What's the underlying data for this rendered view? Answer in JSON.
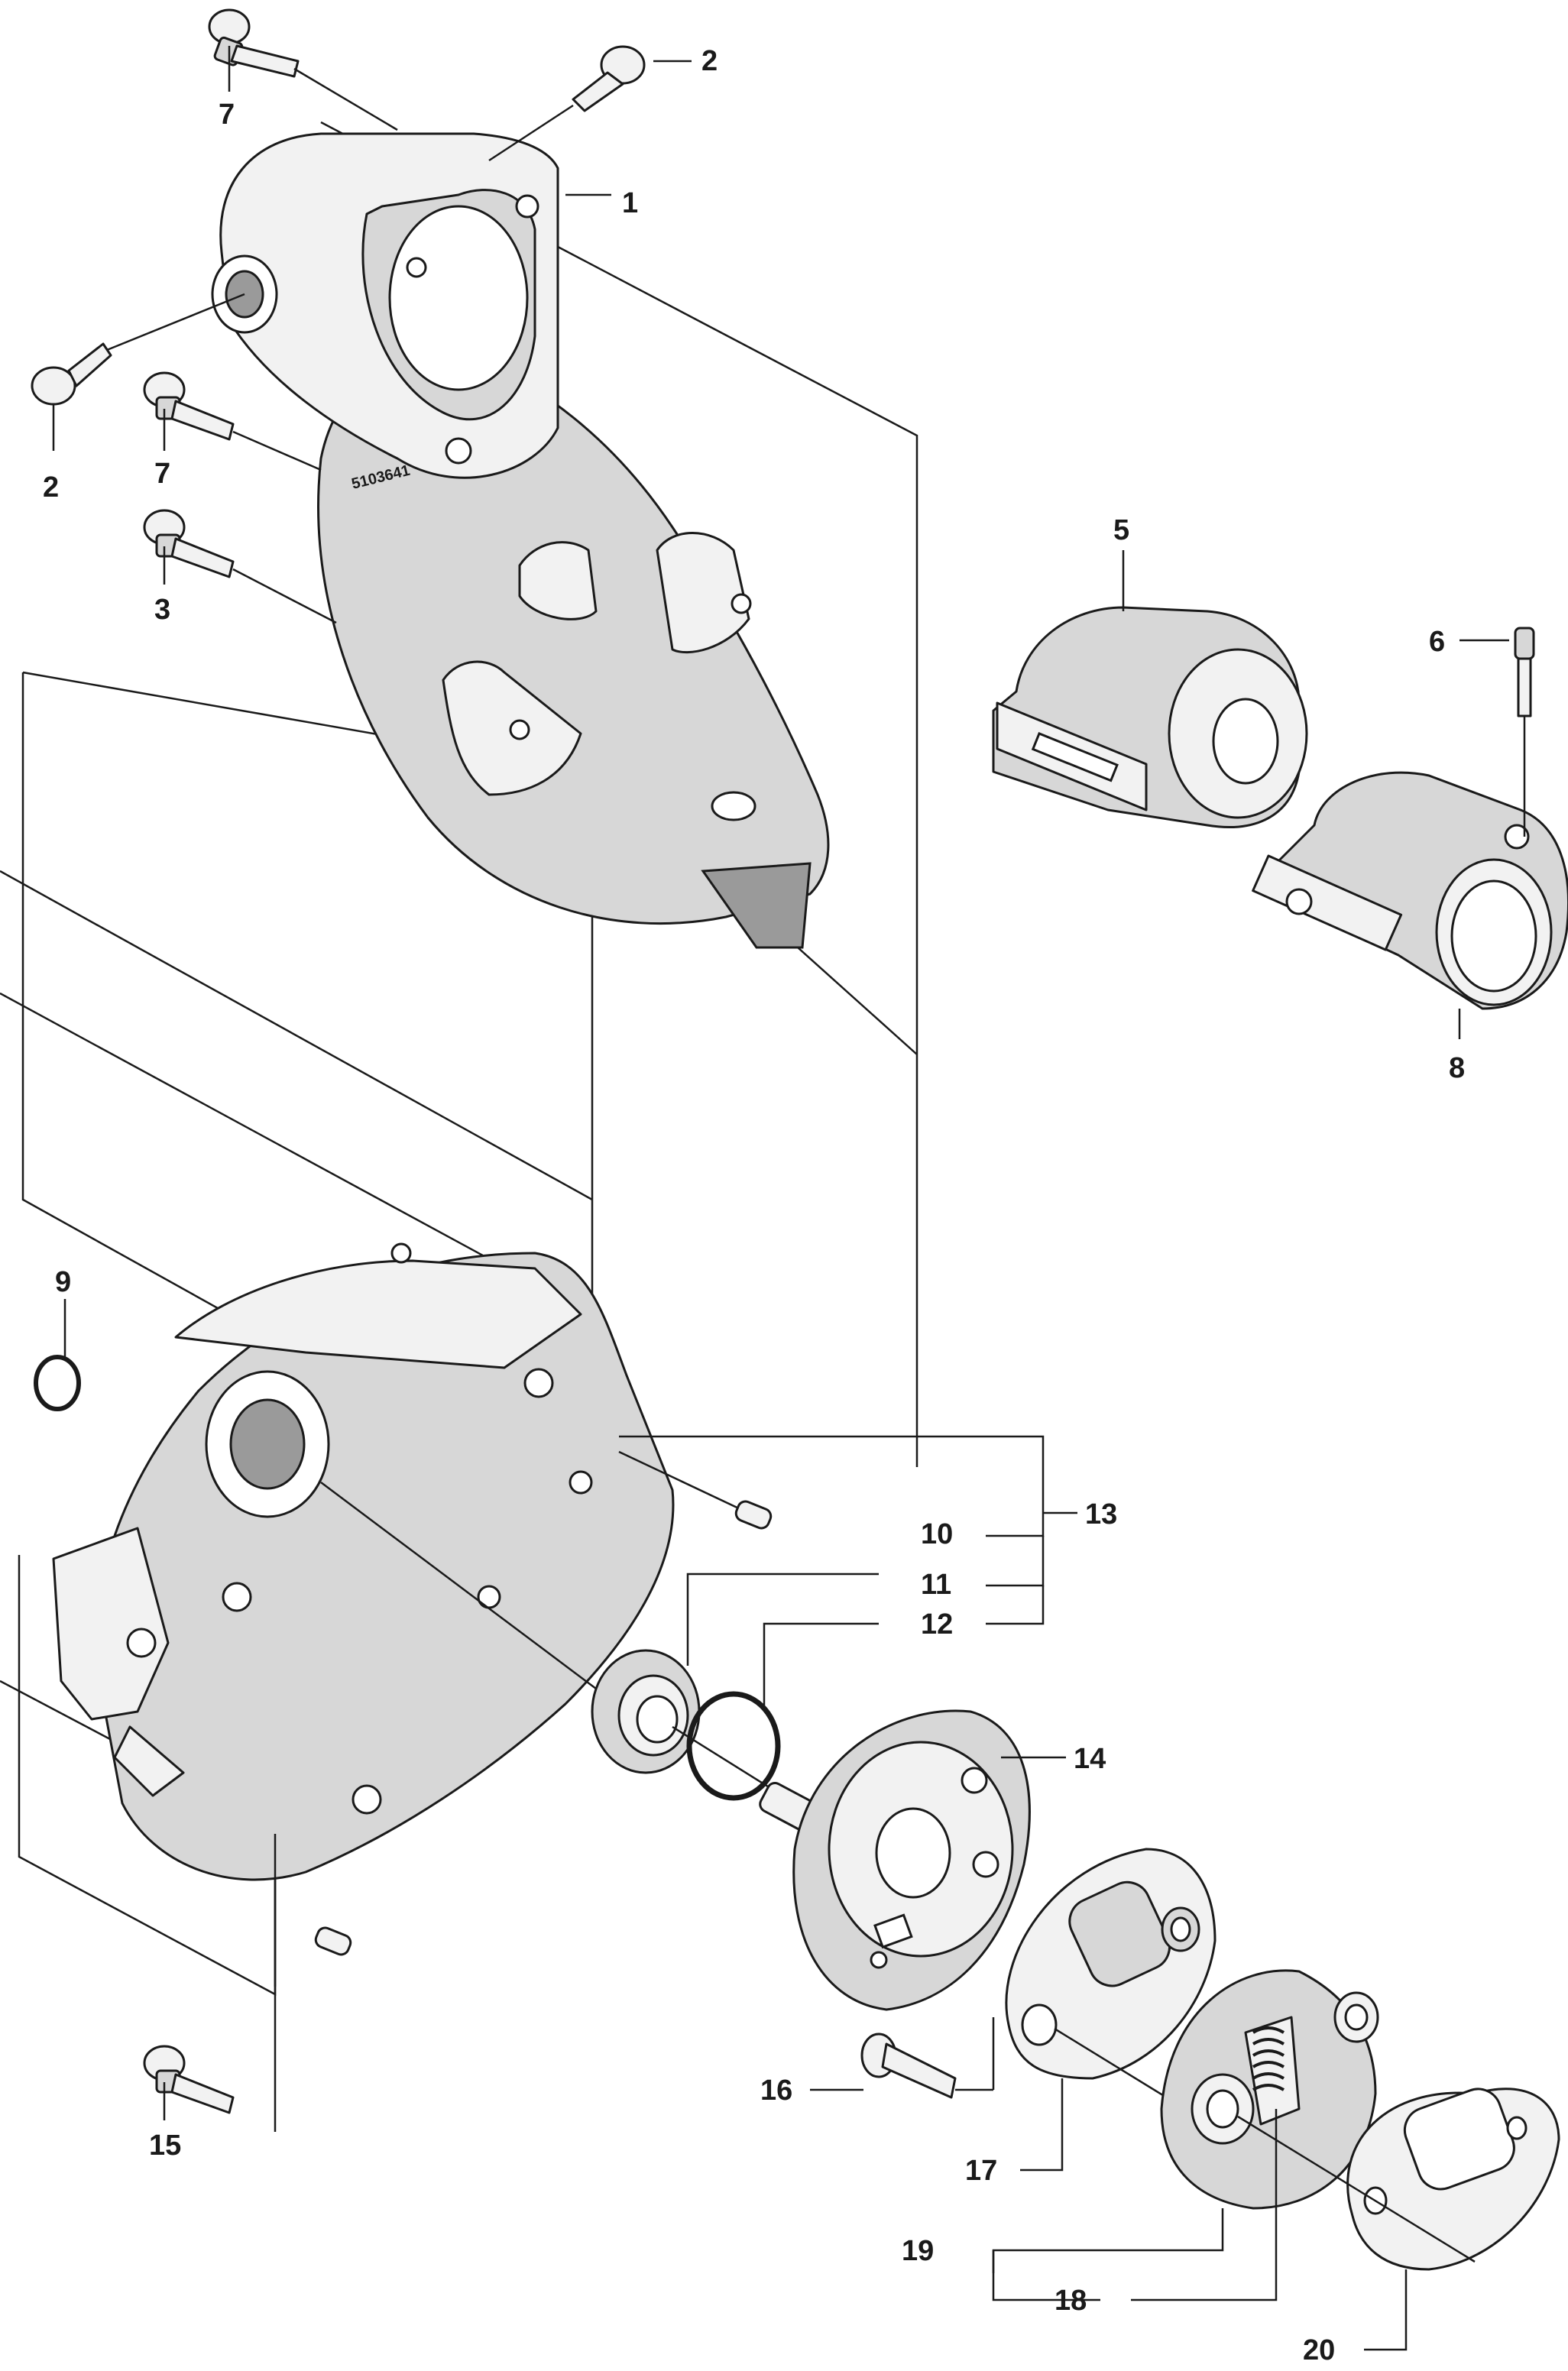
{
  "diagram": {
    "stamp_text": "5103641",
    "callouts": {
      "c1": "1",
      "c2a": "2",
      "c2b": "2",
      "c3": "3",
      "c5": "5",
      "c6": "6",
      "c7a": "7",
      "c7b": "7",
      "c8": "8",
      "c9": "9",
      "c10": "10",
      "c11": "11",
      "c12": "12",
      "c13": "13",
      "c14": "14",
      "c15": "15",
      "c16": "16",
      "c17": "17",
      "c18": "18",
      "c19": "19",
      "c20": "20"
    }
  },
  "colors": {
    "ink": "#1a1a1a",
    "part_fill": "#d7d7d7",
    "background": "#ffffff"
  }
}
